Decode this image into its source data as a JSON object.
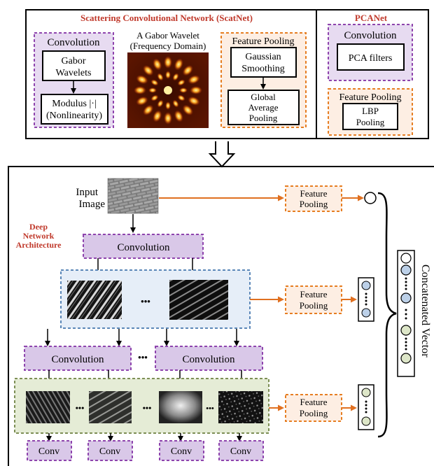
{
  "colors": {
    "purple_fill": "#d9c8e8",
    "purple_border": "#8e44ad",
    "orange_fill": "#fbe3d2",
    "orange_border": "#e67e22",
    "blue_band": "#e6eef8",
    "blue_band_border": "#5b87b8",
    "green_band": "#e5ecd6",
    "green_band_border": "#7d8f55",
    "red_title": "#c0392b",
    "arrow_orange": "#e07020",
    "node_blue": "#bcd0e8",
    "node_green": "#dde6c8"
  },
  "top": {
    "scatnet_title": "Scattering Convolutional Network (ScatNet)",
    "convolution_label": "Convolution",
    "gabor_box": [
      "Gabor",
      "Wavelets"
    ],
    "modulus_box": [
      "Modulus |·|",
      "(Nonlinearity)"
    ],
    "wavelet_caption": [
      "A Gabor Wavelet",
      "(Frequency Domain)"
    ],
    "feature_pooling_label": "Feature Pooling",
    "gaussian_box": [
      "Gaussian",
      "Smoothing"
    ],
    "global_box": [
      "Global",
      "Average",
      "Pooling"
    ],
    "pcanet_title": "PCANet",
    "pca_convolution_label": "Convolution",
    "pca_filters": "PCA filters",
    "pca_feature_pooling_label": "Feature Pooling",
    "lbp_box": [
      "LBP",
      "Pooling"
    ]
  },
  "bottom": {
    "input_label": [
      "Input",
      "Image"
    ],
    "deep_label": [
      "Deep",
      "Network",
      "Architecture"
    ],
    "convolution": "Convolution",
    "feature_pooling": [
      "Feature",
      "Pooling"
    ],
    "ellipsis": "•••",
    "conv": "Conv",
    "concatenated_vector": "Concatenated Vector"
  }
}
